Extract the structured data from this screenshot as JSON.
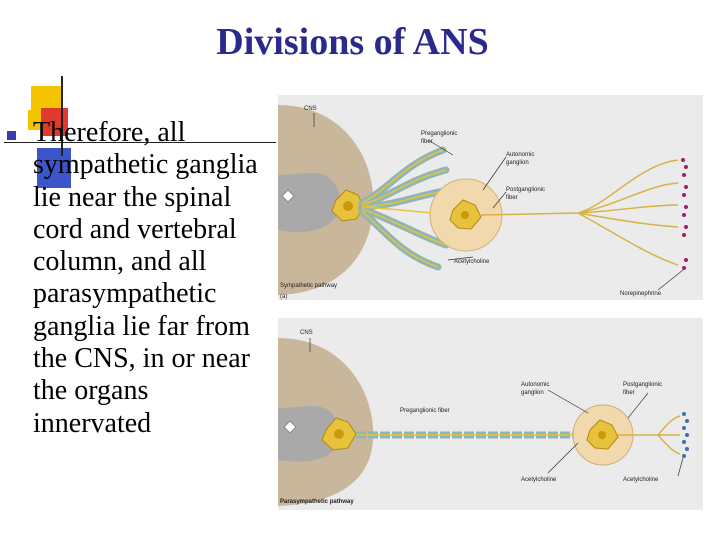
{
  "slide": {
    "title": "Divisions of ANS",
    "bullet_text": "Therefore, all sympathetic ganglia lie near the spinal cord and vertebral column, and all parasympathetic ganglia lie far from the CNS, in or near the organs innervated"
  },
  "figure_top": {
    "cns_label": "CNS",
    "preganglionic_label": [
      "Preganglionic",
      "fiber"
    ],
    "autonomic_ganglion_label": [
      "Autonomic",
      "ganglion"
    ],
    "postganglionic_label": [
      "Postganglionic",
      "fiber"
    ],
    "acetylcholine_label": "Acetylcholine",
    "norepinephrine_label": "Norepinephrine",
    "pathway_label": "Sympathetic pathway",
    "panel_letter": "(a)"
  },
  "figure_bottom": {
    "cns_label": "CNS",
    "preganglionic_label": "Preganglionic fiber",
    "autonomic_ganglion_label": [
      "Autonomic",
      "ganglion"
    ],
    "postganglionic_label": [
      "Postganglionic",
      "fiber"
    ],
    "acetylcholine_left_label": "Acetylcholine",
    "acetylcholine_right_label": "Acetylcholine",
    "pathway_label": "Parasympathetic pathway"
  },
  "colors": {
    "title": "#2a2a8c",
    "bullet": "#3b3bb0",
    "deco_yellow": "#f5c400",
    "deco_red": "#e03a2e",
    "deco_blue": "#3a56c8",
    "figure_bg": "#ebebeb",
    "spinal_cord": "#c9b79c",
    "gray_matter": "#a9a9a9",
    "neuron": "#e8c23a",
    "myelin": "#8fb6b6",
    "norepinephrine_dots": "#a0206a",
    "acetylcholine_dots": "#3b6fb3"
  }
}
